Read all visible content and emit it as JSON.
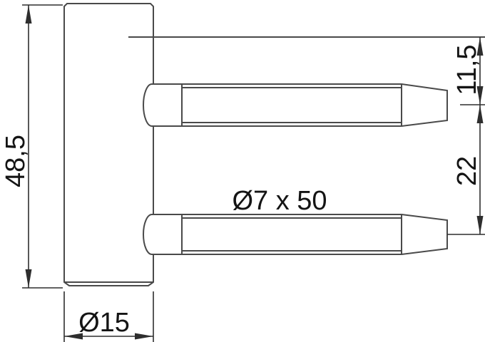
{
  "drawing": {
    "dimensions": {
      "body_height": "48,5",
      "top_to_upper_pin": "11,5",
      "pin_spacing": "22",
      "pin_spec": "Ø7 x 50",
      "body_diameter": "Ø15"
    },
    "colors": {
      "outline": "#4a4a4a",
      "dimension_line": "#2e2e2e",
      "text": "#141414",
      "background": "#ffffff"
    }
  }
}
